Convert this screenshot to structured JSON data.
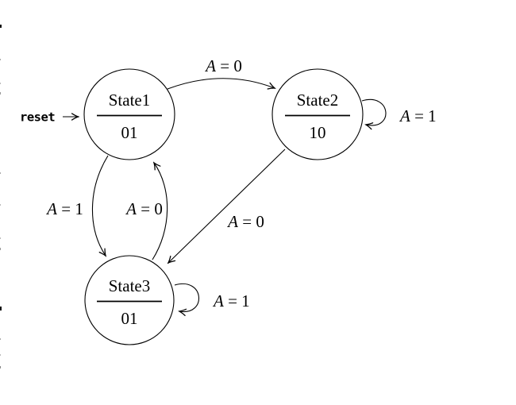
{
  "diagram": {
    "kind": "finite-state-machine",
    "reset": {
      "label": "reset"
    },
    "states": [
      {
        "id": "state1",
        "name": "State1",
        "output": "01"
      },
      {
        "id": "state2",
        "name": "State2",
        "output": "10"
      },
      {
        "id": "state3",
        "name": "State3",
        "output": "01"
      }
    ],
    "transitions": [
      {
        "from": "State1",
        "to": "State2",
        "label": "A = 0",
        "var": "A",
        "cond": " = 0"
      },
      {
        "from": "State2",
        "to": "State2",
        "label": "A = 1",
        "var": "A",
        "cond": " = 1"
      },
      {
        "from": "State2",
        "to": "State3",
        "label": "A = 0",
        "var": "A",
        "cond": " = 0"
      },
      {
        "from": "State1",
        "to": "State3",
        "label": "A = 1",
        "var": "A",
        "cond": " = 1"
      },
      {
        "from": "State3",
        "to": "State1",
        "label": "A = 0",
        "var": "A",
        "cond": " = 0"
      },
      {
        "from": "State3",
        "to": "State3",
        "label": "A = 1",
        "var": "A",
        "cond": " = 1"
      }
    ],
    "colors": {
      "stroke": "#000000",
      "background": "#ffffff",
      "text": "#000000"
    }
  }
}
